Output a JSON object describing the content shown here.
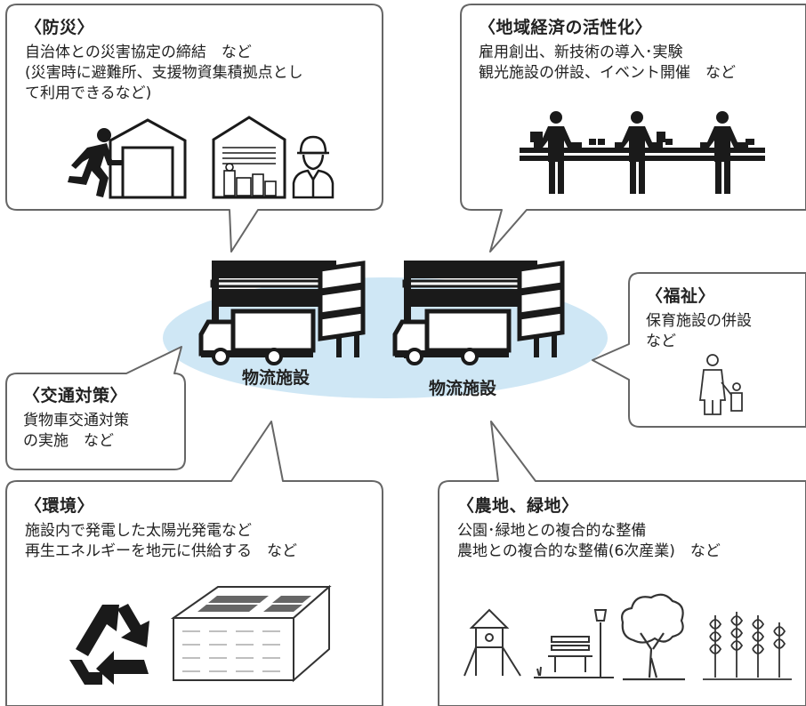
{
  "disaster": {
    "title": "〈防災〉",
    "lines": [
      "自治体との災害協定の締結　など",
      "(災害時に避難所、支援物資集積拠点とし",
      "て利用できるなど)"
    ]
  },
  "economy": {
    "title": "〈地域経済の活性化〉",
    "lines": [
      "雇用創出、新技術の導入･実験",
      "観光施設の併設、イベント開催　など"
    ]
  },
  "welfare": {
    "title": "〈福祉〉",
    "lines": [
      "保育施設の併設",
      "など"
    ]
  },
  "traffic": {
    "title": "〈交通対策〉",
    "lines": [
      "貨物車交通対策",
      "の実施　など"
    ]
  },
  "environment": {
    "title": "〈環境〉",
    "lines": [
      "施設内で発電した太陽光発電など",
      "再生エネルギーを地元に供給する　など"
    ]
  },
  "farmland": {
    "title": "〈農地、緑地〉",
    "lines": [
      "公園･緑地との複合的な整備",
      "農地との複合的な整備(6次産業)　など"
    ]
  },
  "center": {
    "facility_1": "物流施設",
    "facility_2": "物流施設"
  },
  "colors": {
    "ellipse": "#cfe7f5",
    "line": "#666666",
    "icon": "#1a1a1a"
  }
}
